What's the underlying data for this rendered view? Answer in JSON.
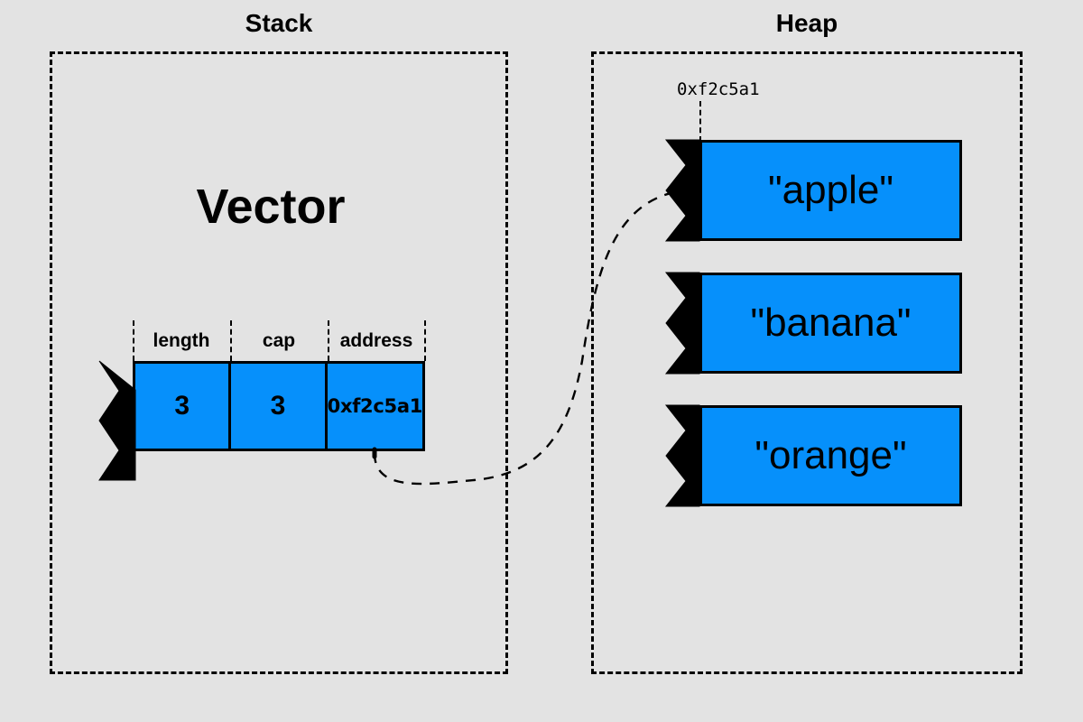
{
  "regions": {
    "stack": {
      "title": "Stack"
    },
    "heap": {
      "title": "Heap"
    }
  },
  "stack": {
    "structure_label": "Vector",
    "fields": [
      {
        "header": "length",
        "value": "3"
      },
      {
        "header": "cap",
        "value": "3"
      },
      {
        "header": "address",
        "value": "0xf2c5a1"
      }
    ]
  },
  "heap": {
    "address_label": "0xf2c5a1",
    "blocks": [
      {
        "value": "\"apple\""
      },
      {
        "value": "\"banana\""
      },
      {
        "value": "\"orange\""
      }
    ]
  },
  "colors": {
    "background": "#e3e3e3",
    "block_fill": "#0690fb",
    "outline": "#000000",
    "torn_edge": "#000000"
  }
}
